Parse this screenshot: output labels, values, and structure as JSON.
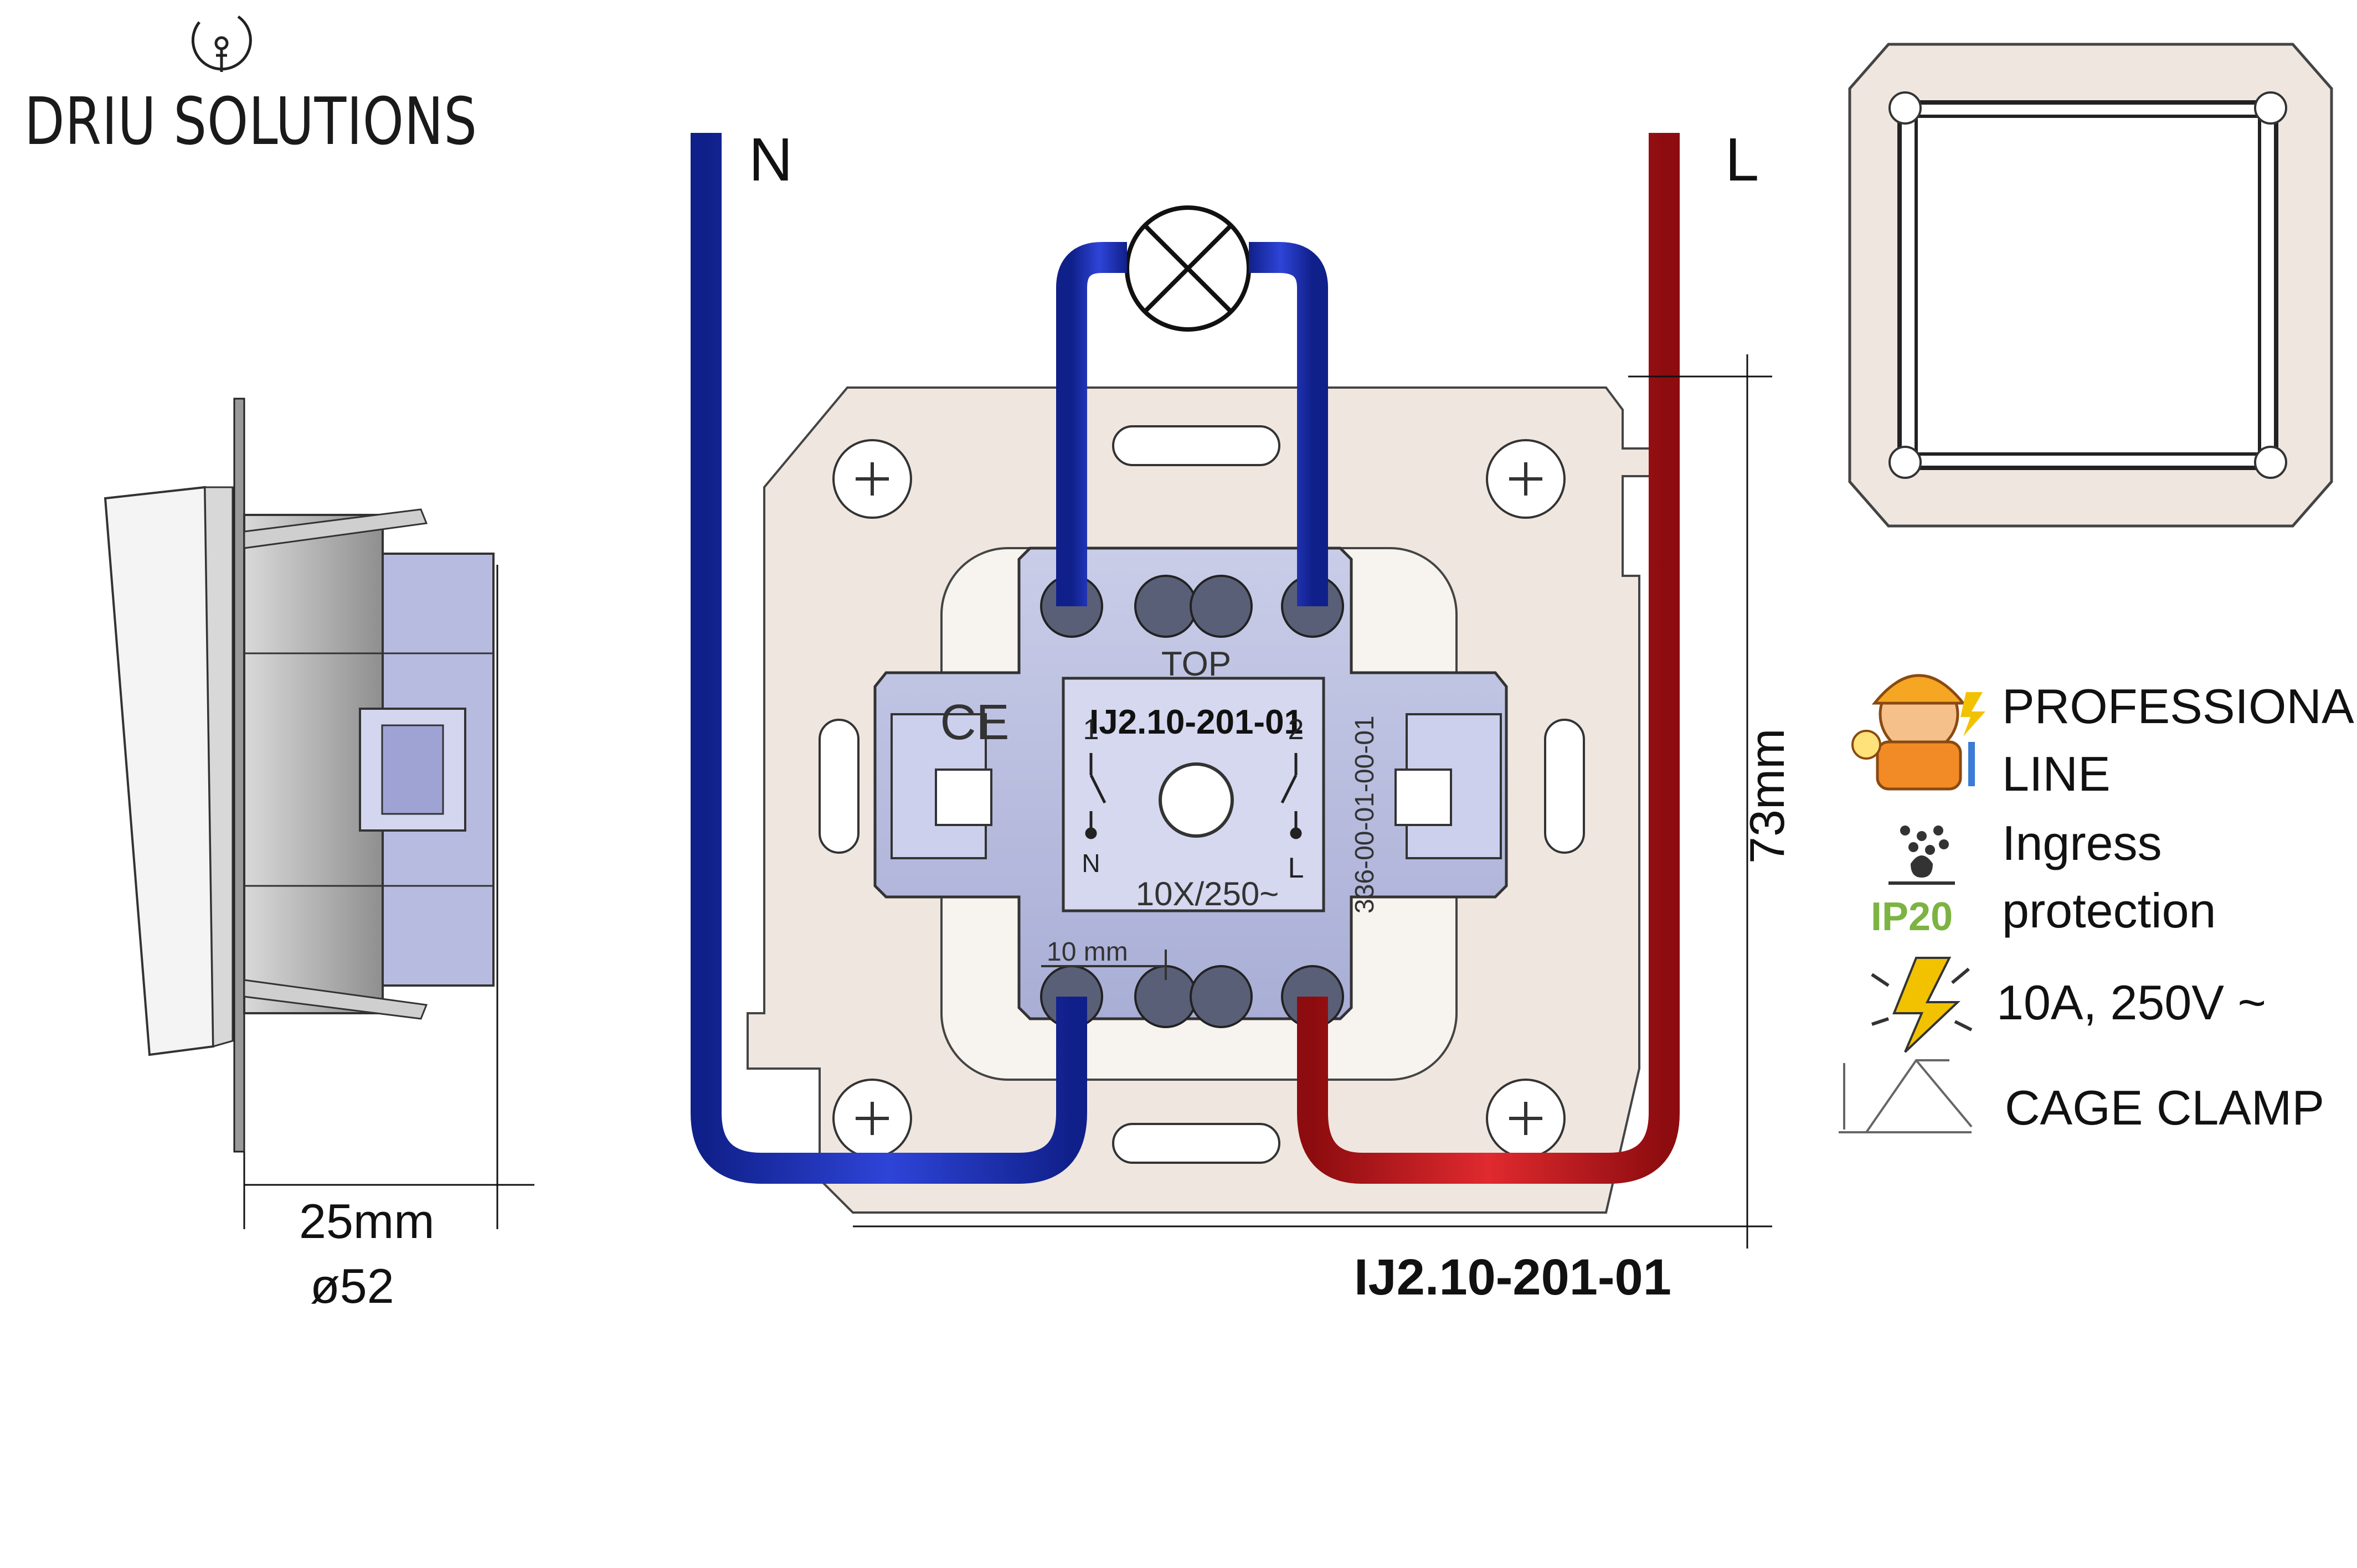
{
  "brand": {
    "name": "DRIU SOLUTIONS",
    "logo_icon": "lightbulb-icon"
  },
  "wires": {
    "neutral_label": "N",
    "live_label": "L",
    "neutral_color": "#1f2fa8",
    "live_color": "#c0141a"
  },
  "dimensions": {
    "width": "25mm",
    "diameter": "ø52",
    "height": "73mm"
  },
  "module": {
    "model": "IJ2.10-201-01",
    "top_marker": "TOP",
    "code": "336-00-01-00-01",
    "rating_marking": "10X/250~",
    "strip_length": "10 mm",
    "terminal_1": "1",
    "terminal_2": "2",
    "terminal_n": "N",
    "terminal_l": "L",
    "ce_mark": "CE"
  },
  "caption": "IJ2.10-201-01",
  "features": {
    "professional": {
      "line1": "PROFESSIONAL",
      "line2": "LINE",
      "icon": "electrician-icon"
    },
    "ingress": {
      "line1": "Ingress",
      "line2": "protection",
      "badge": "IP20",
      "icon": "water-drops-icon",
      "badge_color": "#7cb342"
    },
    "rating": {
      "text": "10A, 250V ~",
      "icon": "lightning-icon",
      "icon_color": "#f2c200"
    },
    "clamp": {
      "text": "CAGE CLAMP",
      "icon": "cage-clamp-icon"
    }
  }
}
